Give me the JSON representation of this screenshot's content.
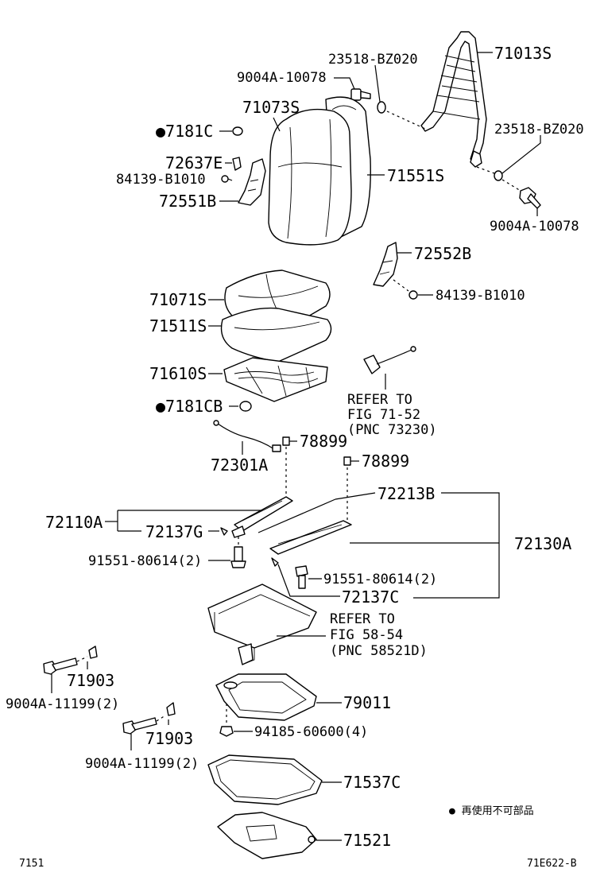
{
  "parts": {
    "p71013S": "71013S",
    "p23518_top": "23518-BZ020",
    "p9004A_top": "9004A-10078",
    "p71073S": "71073S",
    "p7181C": "●7181C",
    "p72637E": "72637E",
    "p84139_left": "84139-B1010",
    "p72551B": "72551B",
    "p71551S": "71551S",
    "p23518_right": "23518-BZ020",
    "p9004A_right": "9004A-10078",
    "p72552B": "72552B",
    "p84139_right": "84139-B1010",
    "p71071S": "71071S",
    "p71511S": "71511S",
    "p71610S": "71610S",
    "p7181CB": "●7181CB",
    "p72301A": "72301A",
    "p78899_a": "78899",
    "p78899_b": "78899",
    "p72213B": "72213B",
    "p72110A": "72110A",
    "p72137G": "72137G",
    "p72130A": "72130A",
    "p91551_left": "91551-80614(2)",
    "p91551_right": "91551-80614(2)",
    "p72137C": "72137C",
    "p71903_a": "71903",
    "p9004A_11199_a": "9004A-11199(2)",
    "p71903_b": "71903",
    "p9004A_11199_b": "9004A-11199(2)",
    "p79011": "79011",
    "p94185": "94185-60600(4)",
    "p71537C": "71537C",
    "p71521": "71521"
  },
  "refs": {
    "ref1_line1": "REFER TO",
    "ref1_line2": "FIG 71-52",
    "ref1_line3": "(PNC 73230)",
    "ref2_line1": "REFER TO",
    "ref2_line2": "FIG 58-54",
    "ref2_line3": "(PNC 58521D)"
  },
  "legend": {
    "text": "● 再使用不可部品"
  },
  "footer": {
    "left": "7151",
    "right": "71E622-B"
  }
}
